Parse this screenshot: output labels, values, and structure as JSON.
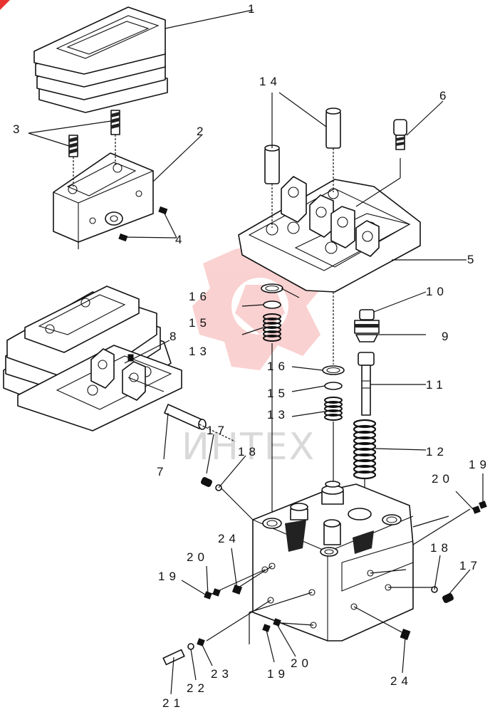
{
  "watermark": {
    "text": "ИНТЕХ",
    "logo_color": "#e8322f"
  },
  "callouts": [
    {
      "id": "c1",
      "text": "1"
    },
    {
      "id": "c2",
      "text": "2"
    },
    {
      "id": "c3",
      "text": "3"
    },
    {
      "id": "c4",
      "text": "4"
    },
    {
      "id": "c5",
      "text": "5"
    },
    {
      "id": "c6",
      "text": "6"
    },
    {
      "id": "c7",
      "text": "7"
    },
    {
      "id": "c8",
      "text": "8"
    },
    {
      "id": "c9",
      "text": "9"
    },
    {
      "id": "c10",
      "text": "10"
    },
    {
      "id": "c11",
      "text": "11"
    },
    {
      "id": "c12",
      "text": "12"
    },
    {
      "id": "c13a",
      "text": "13"
    },
    {
      "id": "c13b",
      "text": "13"
    },
    {
      "id": "c14",
      "text": "14"
    },
    {
      "id": "c15a",
      "text": "15"
    },
    {
      "id": "c15b",
      "text": "15"
    },
    {
      "id": "c16a",
      "text": "16"
    },
    {
      "id": "c16b",
      "text": "16"
    },
    {
      "id": "c17a",
      "text": "17"
    },
    {
      "id": "c17b",
      "text": "17"
    },
    {
      "id": "c18a",
      "text": "18"
    },
    {
      "id": "c18b",
      "text": "18"
    },
    {
      "id": "c19a",
      "text": "19"
    },
    {
      "id": "c19b",
      "text": "19"
    },
    {
      "id": "c19c",
      "text": "19"
    },
    {
      "id": "c20a",
      "text": "20"
    },
    {
      "id": "c20b",
      "text": "20"
    },
    {
      "id": "c20c",
      "text": "20"
    },
    {
      "id": "c21",
      "text": "21"
    },
    {
      "id": "c22",
      "text": "22"
    },
    {
      "id": "c23",
      "text": "23"
    },
    {
      "id": "c24a",
      "text": "24"
    },
    {
      "id": "c24b",
      "text": "24"
    }
  ]
}
